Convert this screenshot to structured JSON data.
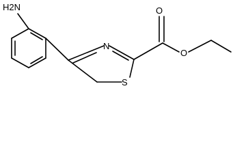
{
  "atom_labels": {
    "amine": "H2N",
    "ring_nitrogen": "N",
    "ring_sulfur": "S",
    "carbonyl_oxygen": "O",
    "ester_oxygen": "O"
  }
}
